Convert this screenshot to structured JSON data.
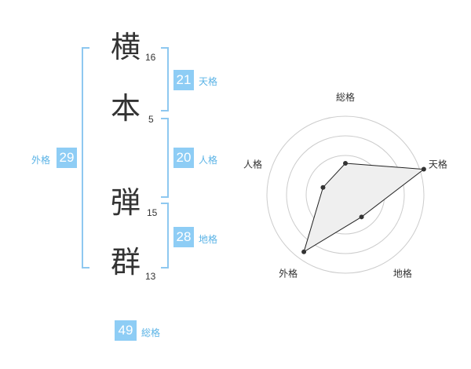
{
  "colors": {
    "accent": "#8ecdf5",
    "label": "#5ab3e6",
    "bracket": "#8ec8f0"
  },
  "name": {
    "chars": [
      {
        "char": "横",
        "strokes": "16"
      },
      {
        "char": "本",
        "strokes": "5"
      },
      {
        "char": "弾",
        "strokes": "15"
      },
      {
        "char": "群",
        "strokes": "13"
      }
    ]
  },
  "fortunes": {
    "tenkaku": {
      "value": "21",
      "label": "天格"
    },
    "jinkaku": {
      "value": "20",
      "label": "人格"
    },
    "chikaku": {
      "value": "28",
      "label": "地格"
    },
    "gaikaku": {
      "value": "29",
      "label": "外格"
    },
    "soukaku": {
      "value": "49",
      "label": "総格"
    }
  },
  "chart_data": {
    "type": "radar",
    "axes": [
      "総格",
      "天格",
      "地格",
      "外格",
      "人格"
    ],
    "rings": 4,
    "values": [
      0.4,
      1.05,
      0.35,
      0.9,
      0.3
    ]
  }
}
